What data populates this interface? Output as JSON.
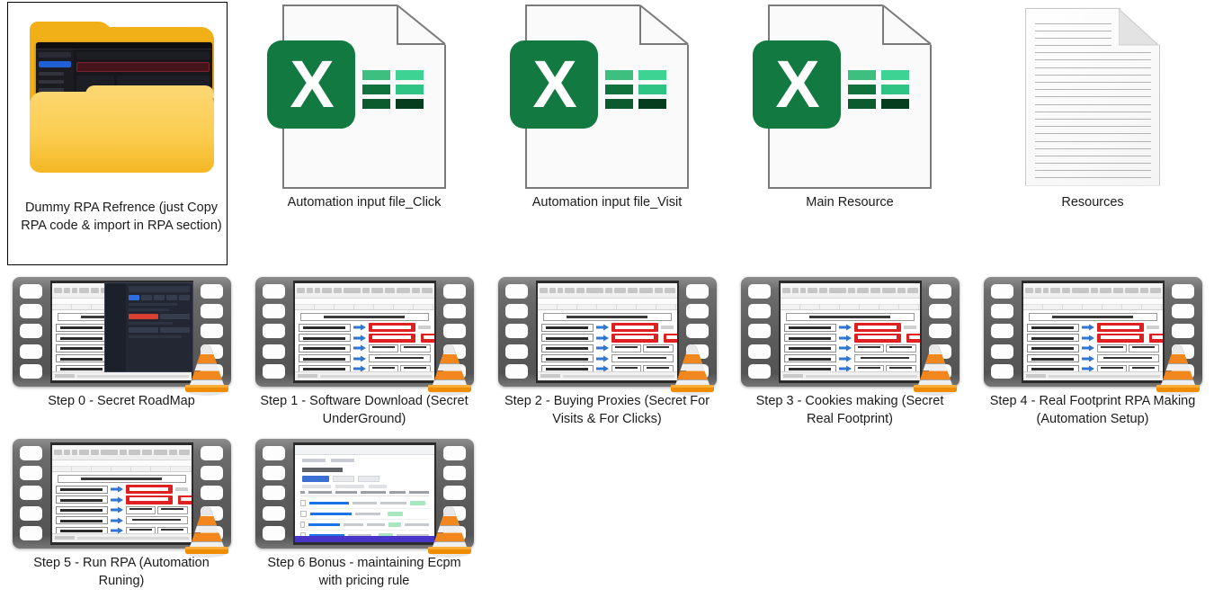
{
  "window": {
    "background_color": "#ffffff",
    "selection_border_color": "#000000"
  },
  "items": [
    {
      "name": "Dummy RPA Refrence (just Copy RPA code & import in RPA section)",
      "icon": "folder-icon",
      "type": "folder",
      "selected": true
    },
    {
      "name": "Automation input file_Click",
      "icon": "excel-file-icon",
      "type": "excel",
      "selected": false
    },
    {
      "name": "Automation input file_Visit",
      "icon": "excel-file-icon",
      "type": "excel",
      "selected": false
    },
    {
      "name": "Main Resource",
      "icon": "excel-file-icon",
      "type": "excel",
      "selected": false
    },
    {
      "name": "Resources",
      "icon": "text-document-icon",
      "type": "text",
      "selected": false
    },
    {
      "name": "Step 0 - Secret RoadMap",
      "icon": "video-file-icon",
      "type": "video",
      "thumbnail": "spreadsheet-with-app-overlay",
      "selected": false
    },
    {
      "name": "Step 1 - Software Download (Secret UnderGround)",
      "icon": "video-file-icon",
      "type": "video",
      "thumbnail": "spreadsheet",
      "selected": false
    },
    {
      "name": "Step 2 - Buying Proxies (Secret For Visits & For Clicks)",
      "icon": "video-file-icon",
      "type": "video",
      "thumbnail": "spreadsheet",
      "selected": false
    },
    {
      "name": "Step 3 - Cookies making (Secret Real Footprint)",
      "icon": "video-file-icon",
      "type": "video",
      "thumbnail": "spreadsheet",
      "selected": false
    },
    {
      "name": "Step 4 - Real Footprint RPA Making (Automation Setup)",
      "icon": "video-file-icon",
      "type": "video",
      "thumbnail": "spreadsheet",
      "selected": false
    },
    {
      "name": "Step 5 - Run RPA (Automation Runing)",
      "icon": "video-file-icon",
      "type": "video",
      "thumbnail": "spreadsheet",
      "selected": false
    },
    {
      "name": "Step 6 Bonus - maintaining Ecpm with pricing rule",
      "icon": "video-file-icon",
      "type": "video",
      "thumbnail": "web-dashboard",
      "selected": false
    }
  ],
  "colors": {
    "folder_body": "#F2B018",
    "folder_front": "#FBCD50",
    "excel_green": "#127A41",
    "document_border": "#7a7a7a",
    "film_strip": "#5d5d5d",
    "vlc_orange": "#F08C00",
    "click_button_red": "#E02020",
    "arrow_blue": "#2E75D4"
  }
}
